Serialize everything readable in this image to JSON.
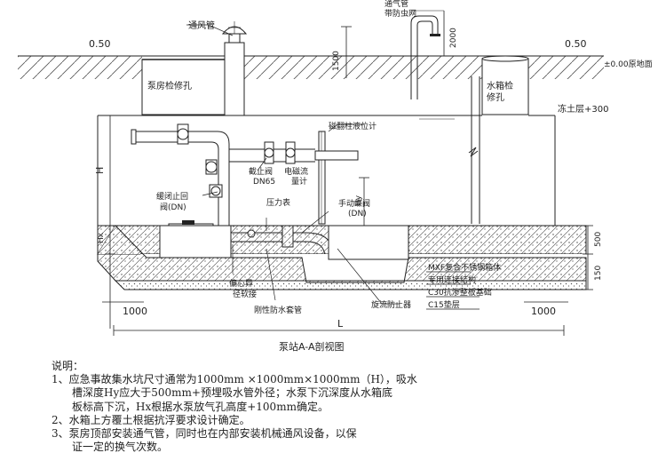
{
  "diagram": {
    "title": "泵站A-A剖视图",
    "labels": {
      "vent_pipe": "通风管",
      "vent_pipe_top_a": "通气管",
      "vent_pipe_top_b": "带防虫网",
      "dim_2000": "2000",
      "dim_1500": "1500",
      "level_left": "0.50",
      "level_right": "0.50",
      "ground_level": "±0.00原地面",
      "pump_hatch": "泵房检修孔",
      "tank_hatch_a": "水箱检",
      "tank_hatch_b": "修孔",
      "frost_layer": "冻土层+300",
      "level_gauge": "磁翻柱液位计",
      "globe_valve_a": "截止阀",
      "globe_valve_b": "DN65",
      "flowmeter_a": "电磁流",
      "flowmeter_b": "量计",
      "check_valve_a": "缓闭止回",
      "check_valve_b": "阀(DN)",
      "pressure_gauge": "压力表",
      "butterfly_valve_a": "手动蝶阀",
      "butterfly_valve_b": "(DN)",
      "dim_H": "H",
      "dim_Hy": "Hy",
      "dim_Hx": "Hx",
      "dim_500": "500",
      "dim_150": "150",
      "dim_1000_left": "1000",
      "dim_1000_right": "1000",
      "dim_L": "L",
      "reducer_a": "偏心异",
      "reducer_b": "径软接",
      "sleeve": "刚性防水套管",
      "vortex": "旋流防止器",
      "layer1": "MXF复合不锈钢箱体",
      "layer2": "专用连接结构",
      "layer3": "C30抗渗整板基础",
      "layer4": "C15垫层"
    }
  },
  "notes": {
    "heading": "说明：",
    "n1a": "1、应急事故集水坑尺寸通常为1000mm ×1000mm×1000mm（H），吸水",
    "n1b": "槽深度Hy应大于500mm+预埋吸水管外径；水泵下沉深度从水箱底",
    "n1c": "板标高下沉，Hx根据水泵放气孔高度+100mm确定。",
    "n2": "2、水箱上方覆土根据抗浮要求设计确定。",
    "n3a": "3、泵房顶部安装通气管，同时也在内部安装机械通风设备，以保",
    "n3b": "证一定的换气次数。"
  }
}
